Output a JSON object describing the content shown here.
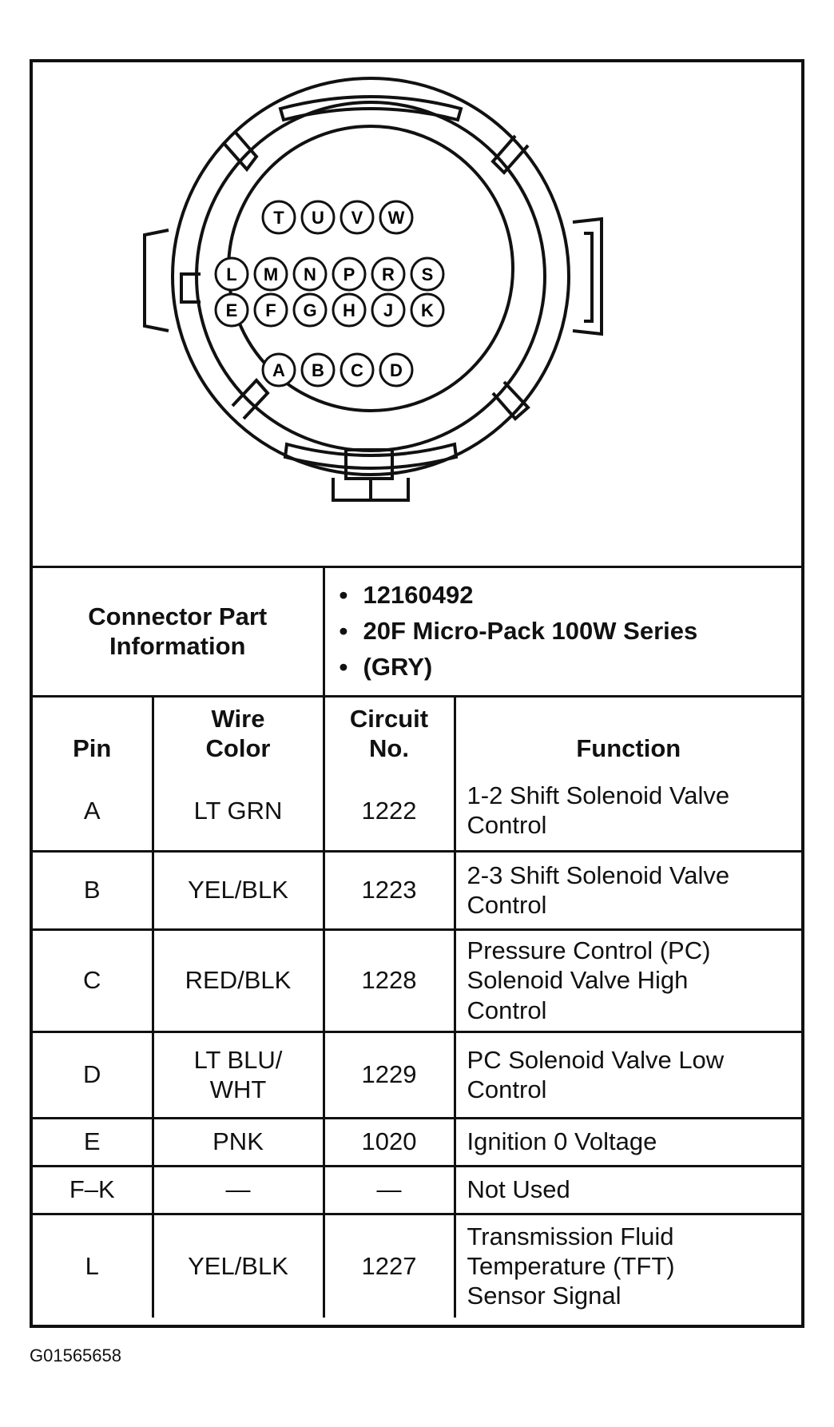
{
  "connector": {
    "pin_rows": [
      [
        "T",
        "U",
        "V",
        "W"
      ],
      [
        "L",
        "M",
        "N",
        "P",
        "R",
        "S"
      ],
      [
        "E",
        "F",
        "G",
        "H",
        "J",
        "K"
      ],
      [
        "A",
        "B",
        "C",
        "D"
      ]
    ]
  },
  "part_info": {
    "label_line1": "Connector Part",
    "label_line2": "Information",
    "items": [
      "12160492",
      "20F Micro-Pack 100W Series",
      "(GRY)"
    ]
  },
  "table": {
    "headers": {
      "pin": "Pin",
      "wire_color_line1": "Wire",
      "wire_color_line2": "Color",
      "circuit_line1": "Circuit",
      "circuit_line2": "No.",
      "function": "Function"
    },
    "rows": [
      {
        "pin": "A",
        "wire": [
          "LT GRN"
        ],
        "circuit": "1222",
        "function": [
          "1-2 Shift Solenoid Valve",
          "Control"
        ]
      },
      {
        "pin": "B",
        "wire": [
          "YEL/BLK"
        ],
        "circuit": "1223",
        "function": [
          "2-3 Shift Solenoid Valve",
          "Control"
        ]
      },
      {
        "pin": "C",
        "wire": [
          "RED/BLK"
        ],
        "circuit": "1228",
        "function": [
          "Pressure Control (PC)",
          "Solenoid Valve High",
          "Control"
        ]
      },
      {
        "pin": "D",
        "wire": [
          "LT BLU/",
          "WHT"
        ],
        "circuit": "1229",
        "function": [
          "PC Solenoid Valve Low",
          "Control"
        ]
      },
      {
        "pin": "E",
        "wire": [
          "PNK"
        ],
        "circuit": "1020",
        "function": [
          "Ignition 0 Voltage"
        ]
      },
      {
        "pin": "F–K",
        "wire": [
          "—"
        ],
        "circuit": "—",
        "function": [
          "Not Used"
        ]
      },
      {
        "pin": "L",
        "wire": [
          "YEL/BLK"
        ],
        "circuit": "1227",
        "function": [
          "Transmission Fluid",
          "Temperature (TFT)",
          "Sensor Signal"
        ]
      }
    ]
  },
  "figure_id": "G01565658"
}
